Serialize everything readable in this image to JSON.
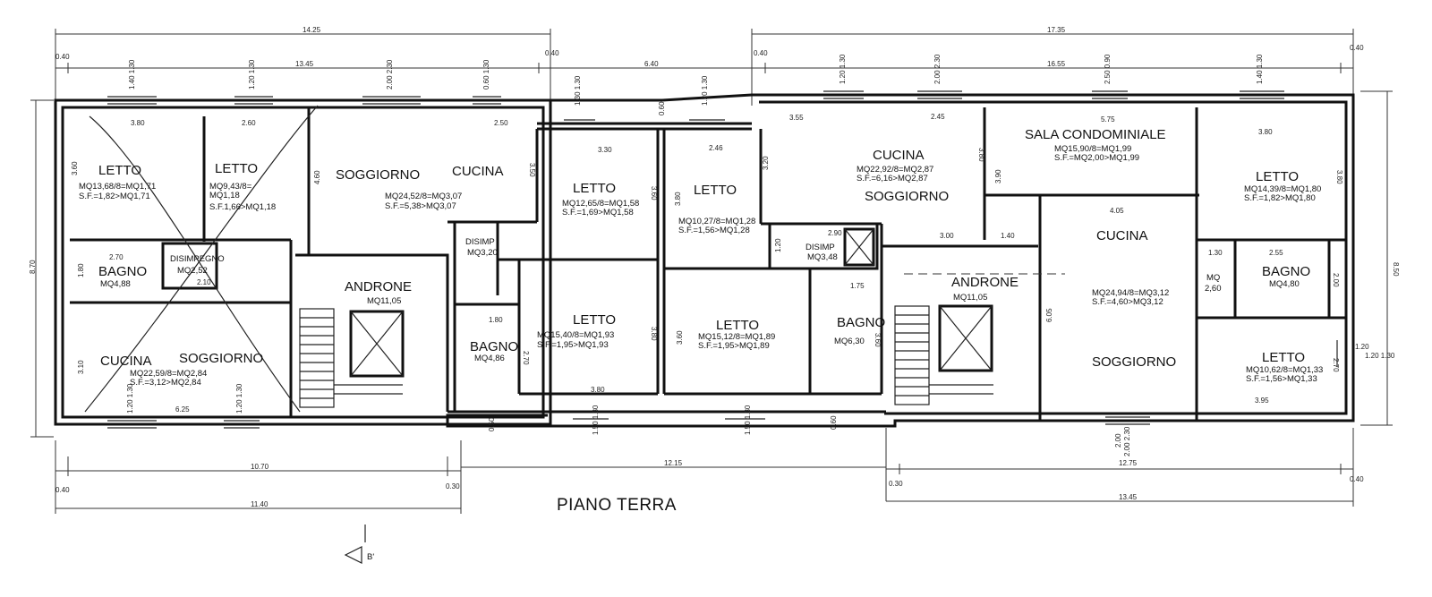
{
  "title": "PIANO TERRA",
  "section_marker": "B'",
  "overall_dims": {
    "left_total": "14.25",
    "right_total": "17.35",
    "left_inner": "13.45",
    "right_inner": "16.55",
    "gap": "6.40",
    "left_edge": "0.40",
    "mid_left": "0.40",
    "mid_right": "0.40",
    "right_edge": "0.40",
    "bottom_left": "10.70",
    "bottom_left_total": "11.40",
    "bottom_mid": "12.15",
    "bottom_right": "12.75",
    "bottom_right_total": "13.45",
    "bottom_l_edge": "0.40",
    "bottom_l_gap": "0.30",
    "bottom_r_gap": "0.30",
    "bottom_r_edge": "0.40",
    "left_height": "8.70",
    "right_height": "8.50"
  },
  "rooms": [
    {
      "id": "letto-1",
      "name": "LETTO",
      "area": "MQ13,68/8=MQ1,71",
      "sf": "S.F.=1,82>MQ1,71"
    },
    {
      "id": "letto-2",
      "name": "LETTO",
      "area": "MQ9,43/8=",
      "area2": "MQ1,18",
      "sf": "S.F.1,66>MQ1,18"
    },
    {
      "id": "soggiorno-cucina-1",
      "name": "SOGGIORNO",
      "name2": "CUCINA",
      "area": "MQ24,52/8=MQ3,07",
      "sf": "S.F.=5,38>MQ3,07"
    },
    {
      "id": "letto-3",
      "name": "LETTO",
      "area": "MQ12,65/8=MQ1,58",
      "sf": "S.F.=1,69>MQ1,58"
    },
    {
      "id": "letto-4",
      "name": "LETTO",
      "area": "MQ10,27/8=MQ1,28",
      "sf": "S.F.=1,56>MQ1,28"
    },
    {
      "id": "cucina-soggiorno-2",
      "name": "CUCINA",
      "name2": "SOGGIORNO",
      "area": "MQ22,92/8=MQ2,87",
      "sf": "S.F.=6,16>MQ2,87"
    },
    {
      "id": "sala",
      "name": "SALA CONDOMINIALE",
      "area": "MQ15,90/8=MQ1,99",
      "sf": "S.F.=MQ2,00>MQ1,99"
    },
    {
      "id": "letto-5",
      "name": "LETTO",
      "area": "MQ14,39/8=MQ1,80",
      "sf": "S.F.=1,82>MQ1,80"
    },
    {
      "id": "bagno-1",
      "name": "BAGNO",
      "area": "MQ4,88"
    },
    {
      "id": "disimpegno-1",
      "name": "DISIMPEGNO",
      "area": "MQ2,52"
    },
    {
      "id": "androne-1",
      "name": "ANDRONE",
      "area": "MQ11,05"
    },
    {
      "id": "disimp-2",
      "name": "DISIMP",
      "area": "MQ3,20"
    },
    {
      "id": "disimp-3",
      "name": "DISIMP",
      "area": "MQ3,48"
    },
    {
      "id": "androne-2",
      "name": "ANDRONE",
      "area": "MQ11,05"
    },
    {
      "id": "cucina-3",
      "name": "CUCINA",
      "area": "MQ24,94/8=MQ3,12",
      "sf": "S.F.=4,60>MQ3,12",
      "name2": "SOGGIORNO"
    },
    {
      "id": "mq",
      "name": "MQ",
      "area": "2,60"
    },
    {
      "id": "bagno-2",
      "name": "BAGNO",
      "area": "MQ4,80"
    },
    {
      "id": "cucina-soggiorno-4",
      "name": "CUCINA",
      "name2": "SOGGIORNO",
      "area": "MQ22,59/8=MQ2,84",
      "sf": "S.F.=3,12>MQ2,84"
    },
    {
      "id": "bagno-3",
      "name": "BAGNO",
      "area": "MQ4,86"
    },
    {
      "id": "letto-6",
      "name": "LETTO",
      "area": "MQ15,40/8=MQ1,93",
      "sf": "S.F.=1,95>MQ1,93"
    },
    {
      "id": "letto-7",
      "name": "LETTO",
      "area": "MQ15,12/8=MQ1,89",
      "sf": "S.F.=1,95>MQ1,89"
    },
    {
      "id": "bagno-4",
      "name": "BAGNO",
      "area": "MQ6,30"
    },
    {
      "id": "letto-8",
      "name": "LETTO",
      "area": "MQ10,62/8=MQ1,33",
      "sf": "S.F.=1,56>MQ1,33"
    }
  ],
  "room_dims": [
    "3.80",
    "2.60",
    "2.50",
    "3.30",
    "2.46",
    "3.55",
    "2.45",
    "5.75",
    "3.80",
    "2.70",
    "2.10",
    "1.80",
    "2.90",
    "3.00",
    "1.40",
    "4.05",
    "1.30",
    "2.55",
    "1.75",
    "6.25",
    "3.80",
    "3.95",
    "3.60",
    "4.60",
    "3.50",
    "3.60",
    "3.80",
    "3.20",
    "3.80",
    "3.90",
    "3.80",
    "1.80",
    "3.10",
    "2.70",
    "3.80",
    "3.60",
    "3.60",
    "6.05",
    "2.00",
    "2.70",
    "1.20",
    "1.20",
    "2.00"
  ],
  "window_dims": [
    "1.40\n1.30",
    "1.20\n1.30",
    "2.00\n2.30",
    "0.60\n1.30",
    "1.30\n1.30",
    "1.20\n1.30",
    "1.20\n1.30",
    "2.00\n2.30",
    "2.50\n0.90",
    "1.40\n1.30",
    "1.20\n1.30",
    "1.20\n1.30",
    "1.50\n1.30",
    "1.50\n1.30",
    "2.00\n2.30",
    "1.20\n1.30",
    "0.60",
    "0.50",
    "0.60"
  ]
}
